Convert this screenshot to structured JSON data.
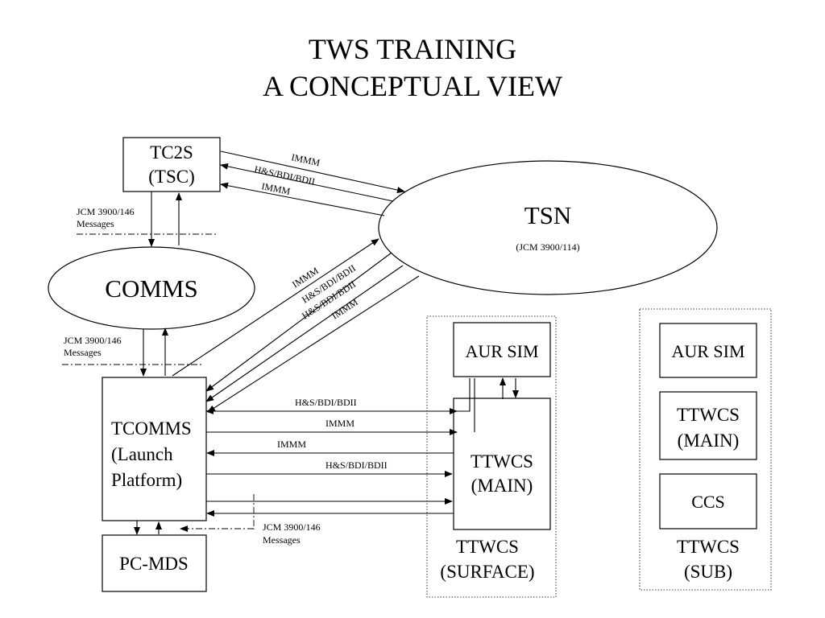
{
  "title": {
    "line1": "TWS TRAINING",
    "line2": "A CONCEPTUAL VIEW"
  },
  "nodes": {
    "tc2s": {
      "line1": "TC2S",
      "line2": "(TSC)"
    },
    "tsn": {
      "label": "TSN",
      "sublabel": "(JCM 3900/114)"
    },
    "comms": {
      "label": "COMMS"
    },
    "tcomms": {
      "line1": "TCOMMS",
      "line2": "(Launch",
      "line3": "Platform)"
    },
    "pcmds": {
      "label": "PC-MDS"
    },
    "surface_aur_sim": {
      "label": "AUR SIM"
    },
    "surface_ttwcs": {
      "line1": "TTWCS",
      "line2": "(MAIN)"
    },
    "sub_aur_sim": {
      "label": "AUR SIM"
    },
    "sub_ttwcs": {
      "line1": "TTWCS",
      "line2": "(MAIN)"
    },
    "sub_ccs": {
      "label": "CCS"
    }
  },
  "groups": {
    "surface": {
      "line1": "TTWCS",
      "line2": "(SURFACE)"
    },
    "sub": {
      "line1": "TTWCS",
      "line2": "(SUB)"
    }
  },
  "links": {
    "tc2s_tsn": [
      "IMMM",
      "H&S/BDI/BDII",
      "IMMM"
    ],
    "tcomms_tsn": [
      "IMMM",
      "H&S/BDI/BDII",
      "H&S/BDI/BDII",
      "IMMM"
    ],
    "tcomms_ttwcs": [
      "H&S/BDI/BDII",
      "IMMM",
      "IMMM",
      "H&S/BDI/BDII"
    ]
  },
  "messages": {
    "tc2s_comms": {
      "line1": "JCM 3900/146",
      "line2": "Messages"
    },
    "comms_tcomms": {
      "line1": "JCM 3900/146",
      "line2": "Messages"
    },
    "tcomms_pcmds": {
      "line1": "JCM 3900/146",
      "line2": "Messages"
    }
  }
}
